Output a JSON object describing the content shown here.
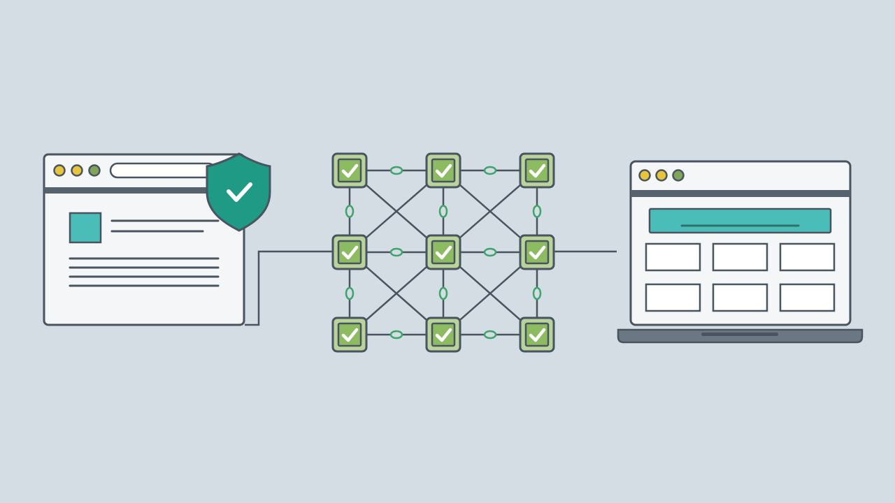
{
  "colors": {
    "background": "#d4dce4",
    "outline": "#48545f",
    "panel": "#f4f6f8",
    "header_bar": "#56636e",
    "dot_yellow": "#e8c43d",
    "dot_green": "#7fa45a",
    "accent_teal": "#4bbdb8",
    "shield": "#1f9a84",
    "node_fill": "#8dbb62",
    "node_frame": "#b9d39a",
    "connector": "#3fa46a",
    "laptop_base": "#6b7782"
  },
  "left_window": {
    "icons": [
      "window-dot-yellow",
      "window-dot-yellow",
      "window-dot-green",
      "shield-check-icon",
      "image-placeholder"
    ],
    "text_line_count": 6
  },
  "network": {
    "rows": 3,
    "cols": 3,
    "node_icon": "checkmark-icon",
    "connector_icon": "link-icon"
  },
  "laptop": {
    "icons": [
      "window-dot-yellow",
      "window-dot-yellow",
      "window-dot-green"
    ],
    "tile_rows": 2,
    "tile_cols": 3
  }
}
